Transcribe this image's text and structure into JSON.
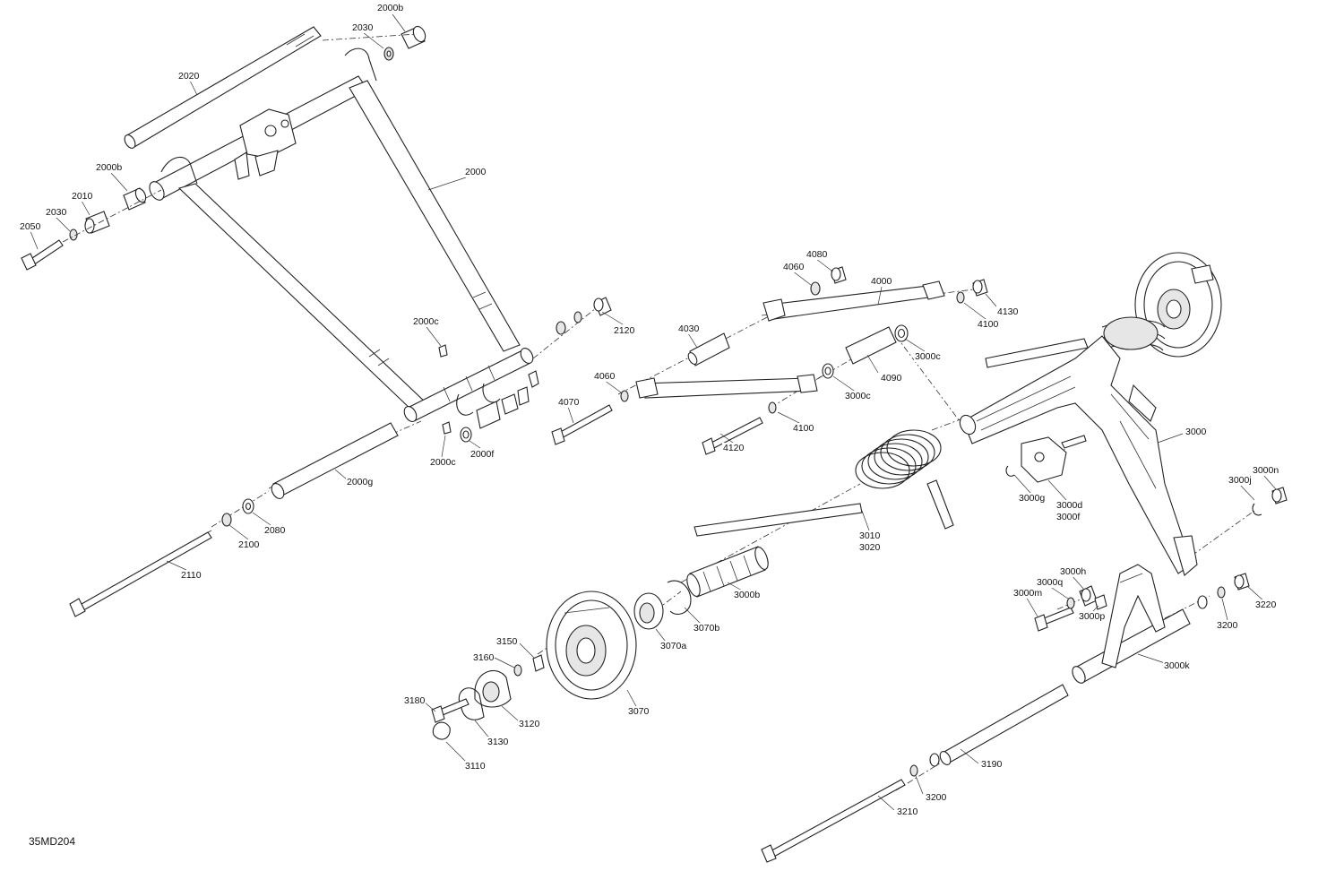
{
  "diagram": {
    "reference": "35MD204",
    "labels": [
      {
        "id": "2000b-top",
        "text": "2000b"
      },
      {
        "id": "2030-top",
        "text": "2030"
      },
      {
        "id": "2020",
        "text": "2020"
      },
      {
        "id": "2000",
        "text": "2000"
      },
      {
        "id": "2000b-left",
        "text": "2000b"
      },
      {
        "id": "2010",
        "text": "2010"
      },
      {
        "id": "2030-left",
        "text": "2030"
      },
      {
        "id": "2050",
        "text": "2050"
      },
      {
        "id": "2000c-top",
        "text": "2000c"
      },
      {
        "id": "2120",
        "text": "2120"
      },
      {
        "id": "2000c-bot",
        "text": "2000c"
      },
      {
        "id": "2000f",
        "text": "2000f"
      },
      {
        "id": "2000g",
        "text": "2000g"
      },
      {
        "id": "2080",
        "text": "2080"
      },
      {
        "id": "2100",
        "text": "2100"
      },
      {
        "id": "2110",
        "text": "2110"
      },
      {
        "id": "4080",
        "text": "4080"
      },
      {
        "id": "4060-top",
        "text": "4060"
      },
      {
        "id": "4000",
        "text": "4000"
      },
      {
        "id": "4130",
        "text": "4130"
      },
      {
        "id": "4100-top",
        "text": "4100"
      },
      {
        "id": "4030",
        "text": "4030"
      },
      {
        "id": "3000c-right",
        "text": "3000c"
      },
      {
        "id": "4090",
        "text": "4090"
      },
      {
        "id": "3000c-mid",
        "text": "3000c"
      },
      {
        "id": "4060-mid",
        "text": "4060"
      },
      {
        "id": "4070",
        "text": "4070"
      },
      {
        "id": "4100-mid",
        "text": "4100"
      },
      {
        "id": "4120",
        "text": "4120"
      },
      {
        "id": "3000",
        "text": "3000"
      },
      {
        "id": "3000n",
        "text": "3000n"
      },
      {
        "id": "3000j",
        "text": "3000j"
      },
      {
        "id": "3000g",
        "text": "3000g"
      },
      {
        "id": "3000d",
        "text": "3000d"
      },
      {
        "id": "3000f",
        "text": "3000f"
      },
      {
        "id": "3010",
        "text": "3010"
      },
      {
        "id": "3020",
        "text": "3020"
      },
      {
        "id": "3000b",
        "text": "3000b"
      },
      {
        "id": "3000h",
        "text": "3000h"
      },
      {
        "id": "3000q",
        "text": "3000q"
      },
      {
        "id": "3000m",
        "text": "3000m"
      },
      {
        "id": "3000p",
        "text": "3000p"
      },
      {
        "id": "3220",
        "text": "3220"
      },
      {
        "id": "3200-right",
        "text": "3200"
      },
      {
        "id": "3000k",
        "text": "3000k"
      },
      {
        "id": "3070b",
        "text": "3070b"
      },
      {
        "id": "3070a",
        "text": "3070a"
      },
      {
        "id": "3150",
        "text": "3150"
      },
      {
        "id": "3160",
        "text": "3160"
      },
      {
        "id": "3180",
        "text": "3180"
      },
      {
        "id": "3120",
        "text": "3120"
      },
      {
        "id": "3130",
        "text": "3130"
      },
      {
        "id": "3070",
        "text": "3070"
      },
      {
        "id": "3110",
        "text": "3110"
      },
      {
        "id": "3190",
        "text": "3190"
      },
      {
        "id": "3200-bot",
        "text": "3200"
      },
      {
        "id": "3210",
        "text": "3210"
      }
    ]
  }
}
